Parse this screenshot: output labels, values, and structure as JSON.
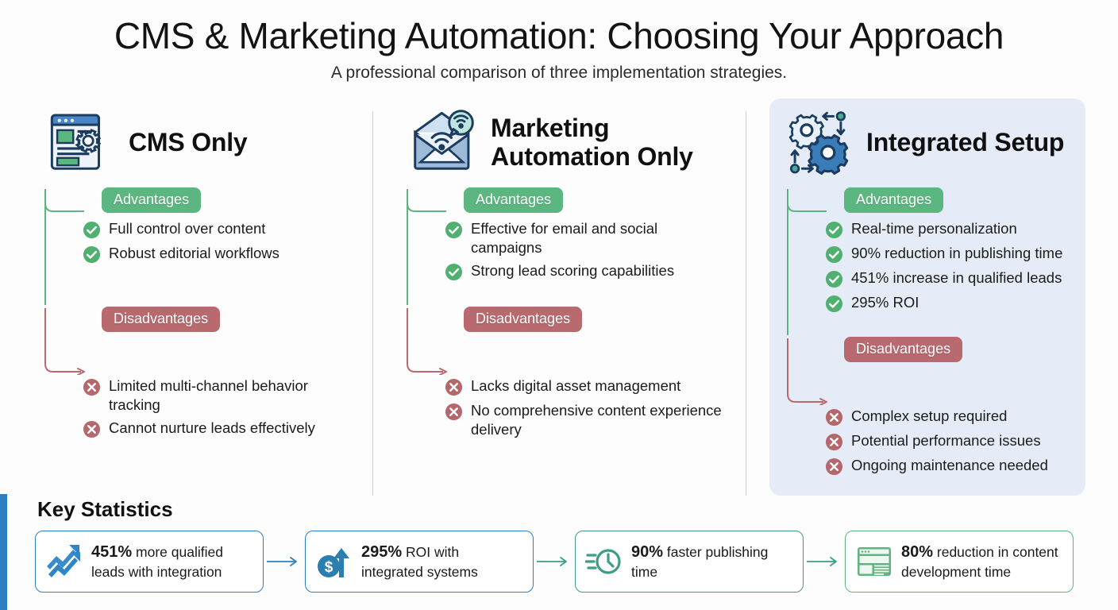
{
  "header": {
    "title": "CMS & Marketing Automation: Choosing Your Approach",
    "subtitle": "A professional comparison of three implementation strategies."
  },
  "labels": {
    "advantages": "Advantages",
    "disadvantages": "Disadvantages"
  },
  "colors": {
    "advantage_pill": "#5cb680",
    "disadvantage_pill": "#b96a6f",
    "check_green": "#4fb06f",
    "cross_red": "#b5676c",
    "accent_blue": "#2e7fc1",
    "highlight_panel": "#e5ecf7",
    "teal": "#3f9c86",
    "green": "#62b37d",
    "divider": "#cfcfcf"
  },
  "columns": [
    {
      "title": "CMS Only",
      "icon": "cms-window-gear-icon",
      "highlighted": false,
      "advantages": [
        "Full control over content",
        "Robust editorial workflows"
      ],
      "disadvantages": [
        "Limited multi-channel behavior tracking",
        "Cannot nurture leads effectively"
      ]
    },
    {
      "title": "Marketing Automation Only",
      "icon": "envelope-broadcast-icon",
      "highlighted": false,
      "advantages": [
        "Effective for email and social campaigns",
        "Strong lead scoring capabilities"
      ],
      "disadvantages": [
        "Lacks digital asset management",
        "No comprehensive content experience delivery"
      ]
    },
    {
      "title": "Integrated Setup",
      "icon": "two-gears-sync-icon",
      "highlighted": true,
      "advantages": [
        "Real-time personalization",
        "90% reduction in publishing time",
        "451% increase in qualified leads",
        "295% ROI"
      ],
      "disadvantages": [
        "Complex setup required",
        "Potential performance issues",
        "Ongoing maintenance needed"
      ]
    }
  ],
  "key_statistics": {
    "title": "Key Statistics",
    "cards": [
      {
        "value": "451%",
        "text": " more qualified leads with integration",
        "icon": "trending-up-arrows-icon",
        "theme": "blue"
      },
      {
        "value": "295%",
        "text": " ROI with integrated systems",
        "icon": "dollar-up-arrow-icon",
        "theme": "blue"
      },
      {
        "value": "90%",
        "text": " faster publishing time",
        "icon": "fast-clock-icon",
        "theme": "teal"
      },
      {
        "value": "80%",
        "text": " reduction in content development time",
        "icon": "webpage-layout-icon",
        "theme": "green"
      }
    ]
  }
}
